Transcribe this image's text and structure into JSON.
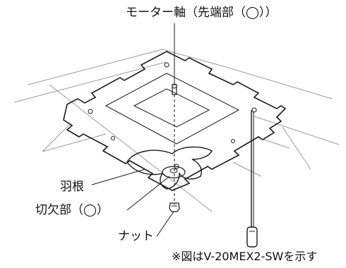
{
  "labels": {
    "motor_shaft": "モーター軸（先端部（◯））",
    "blade": "羽根",
    "notch": "切欠部（◯）",
    "nut": "ナット",
    "note": "※図はV-20MEX2-SWを示す"
  }
}
